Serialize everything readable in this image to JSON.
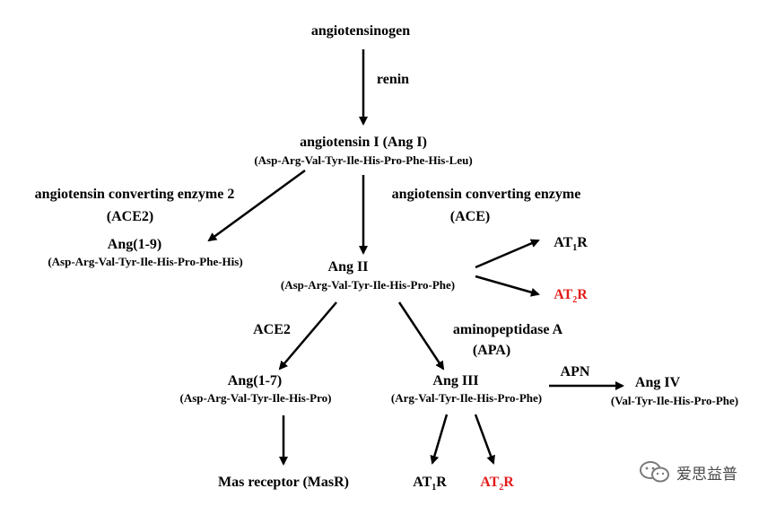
{
  "angiotensinogen": "angiotensinogen",
  "renin": "renin",
  "angI": {
    "title": "angiotensin I (Ang I)",
    "seq": "(Asp-Arg-Val-Tyr-Ile-His-Pro-Phe-His-Leu)"
  },
  "ace2_full": {
    "line1": "angiotensin converting enzyme 2",
    "line2": "(ACE2)"
  },
  "ace_full": {
    "line1": "angiotensin converting enzyme",
    "line2": "(ACE)"
  },
  "ang19": {
    "title": "Ang(1-9)",
    "seq": "(Asp-Arg-Val-Tyr-Ile-His-Pro-Phe-His)"
  },
  "angII": {
    "title": "Ang II",
    "seq": "(Asp-Arg-Val-Tyr-Ile-His-Pro-Phe)"
  },
  "receptors": {
    "at_prefix": "AT",
    "at1_sub": "1",
    "at2_sub": "2",
    "suffix": "R"
  },
  "ace2_short": "ACE2",
  "apa": {
    "line1": "aminopeptidase A",
    "line2": "(APA)"
  },
  "ang17": {
    "title": "Ang(1-7)",
    "seq": "(Asp-Arg-Val-Tyr-Ile-His-Pro)"
  },
  "angIII": {
    "title": "Ang III",
    "seq": "(Arg-Val-Tyr-Ile-His-Pro-Phe)"
  },
  "apn": "APN",
  "angIV": {
    "title": "Ang IV",
    "seq": "(Val-Tyr-Ile-His-Pro-Phe)"
  },
  "masr": "Mas receptor (MasR)",
  "brand": "爱思益普",
  "colors": {
    "red": "#e31b1b",
    "black": "#000000"
  }
}
